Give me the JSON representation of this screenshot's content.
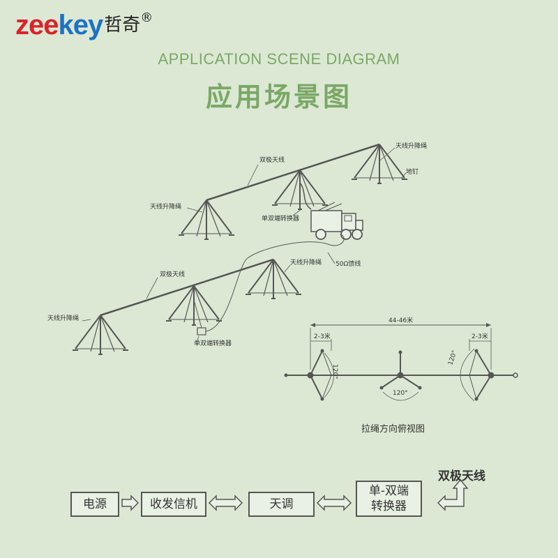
{
  "brand": {
    "latin_a": "zee",
    "latin_b": "key",
    "chinese": "哲奇",
    "reg": "®"
  },
  "title": {
    "en": "APPLICATION SCENE DIAGRAM",
    "cn": "应用场景图"
  },
  "labels": {
    "dipole_top": "双极天线",
    "dipole_bottom": "双极天线",
    "rope_top_right": "天线升降绳",
    "ground_nail": "地钉",
    "rope_top_left": "天线升降绳",
    "converter_top": "单双端转换器",
    "feedline": "50Ω馈线",
    "rope_mid_right": "天线升降绳",
    "rope_bottom_left": "天线升降绳",
    "converter_bottom": "单双端转换器"
  },
  "top_view": {
    "span": "44-46米",
    "left_offset": "2-3米",
    "right_offset": "2-3米",
    "angle_left": "120°",
    "angle_center": "120°",
    "angle_right": "120°",
    "caption": "拉绳方向俯视图"
  },
  "chain": {
    "power": "电源",
    "transceiver": "收发信机",
    "tuner": "天调",
    "converter_line1": "单-双端",
    "converter_line2": "转换器",
    "antenna": "双极天线"
  },
  "colors": {
    "background": "#dce8d4",
    "accent": "#7aa866",
    "line": "#555555",
    "logo_red": "#d9242a",
    "logo_blue": "#1d72c4"
  }
}
